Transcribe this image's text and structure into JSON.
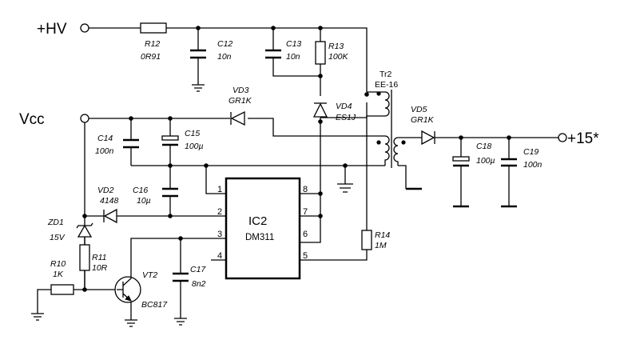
{
  "terminals": {
    "hv": "+HV",
    "vcc": "Vcc",
    "out": "+15*"
  },
  "ic": {
    "ref": "IC2",
    "part": "DM311",
    "pins": [
      "1",
      "2",
      "3",
      "4",
      "5",
      "6",
      "7",
      "8"
    ]
  },
  "transformer": {
    "ref": "Tr2",
    "core": "EE-16"
  },
  "components": {
    "R12": {
      "ref": "R12",
      "value": "0R91"
    },
    "C12": {
      "ref": "C12",
      "value": "10n"
    },
    "C13": {
      "ref": "C13",
      "value": "10n"
    },
    "R13": {
      "ref": "R13",
      "value": "100K"
    },
    "VD3": {
      "ref": "VD3",
      "value": "GR1K"
    },
    "VD4": {
      "ref": "VD4",
      "value": "ES1J"
    },
    "VD5": {
      "ref": "VD5",
      "value": "GR1K"
    },
    "C14": {
      "ref": "C14",
      "value": "100n"
    },
    "C15": {
      "ref": "C15",
      "value": "100µ"
    },
    "C16": {
      "ref": "C16",
      "value": "10µ"
    },
    "VD2": {
      "ref": "VD2",
      "value": "4148"
    },
    "ZD1": {
      "ref": "ZD1",
      "value": "15V"
    },
    "R10": {
      "ref": "R10",
      "value": "1K"
    },
    "R11": {
      "ref": "R11",
      "value": "10R"
    },
    "VT2": {
      "ref": "VT2",
      "value": "BC817"
    },
    "C17": {
      "ref": "C17",
      "value": "8n2"
    },
    "R14": {
      "ref": "R14",
      "value": "1M"
    },
    "C18": {
      "ref": "C18",
      "value": "100µ"
    },
    "C19": {
      "ref": "C19",
      "value": "100n"
    }
  }
}
